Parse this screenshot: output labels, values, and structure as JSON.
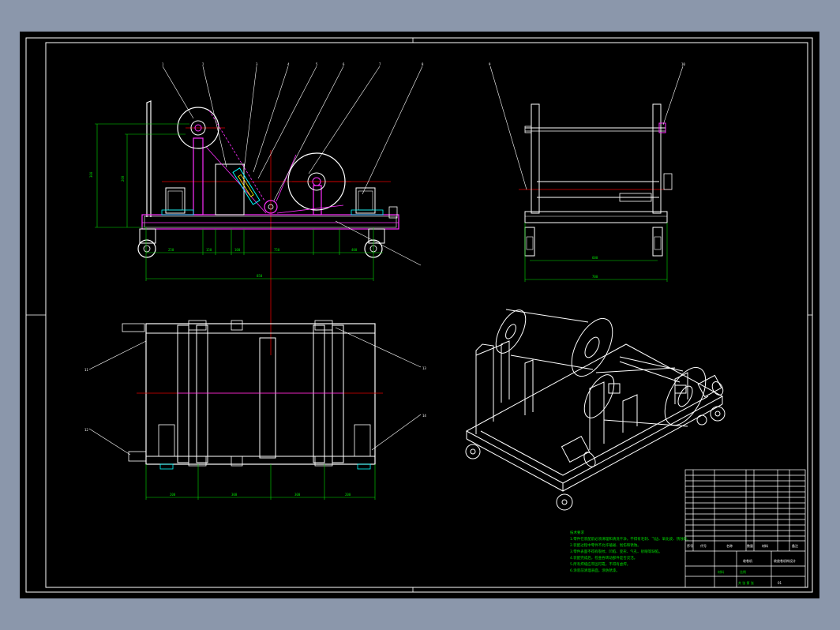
{
  "drawing": {
    "balloons_front": [
      "1",
      "2",
      "3",
      "4",
      "5",
      "6",
      "7",
      "8"
    ],
    "balloons_side": [
      "9",
      "10"
    ],
    "balloons_top": [
      "11",
      "12",
      "13",
      "14"
    ],
    "dims_front": [
      "300",
      "200",
      "250",
      "150",
      "100",
      "750",
      "400",
      "850"
    ],
    "dims_side": [
      "600",
      "700"
    ],
    "dims_top": [
      "200",
      "300",
      "300",
      "200"
    ],
    "notes_title": "技术要求",
    "notes": [
      "1.零件在装配前必须清理和清洗干净，不得有毛刺、飞边、氧化皮、锈蚀等。",
      "2.装配过程中零件不允许磕碰、划伤和锈蚀。",
      "3.零件表面不得有裂纹、凹陷、变形、气孔、砂眼等缺陷。",
      "4.装配完成后，检查各转动部件是否灵活。",
      "5.所有焊缝应牢固可靠，不得有虚焊。",
      "6.涂装前清理表面，涂防锈漆。"
    ],
    "title_block": {
      "drawing_name": "收卷机",
      "title_right": "收放卷机构设计",
      "drawing_no": "01",
      "scale_label": "比例",
      "sheet_label": "共 张 第 张",
      "material_label": "材料",
      "header_cols": [
        "序号",
        "代号",
        "名称",
        "数量",
        "材料",
        "备注"
      ]
    }
  }
}
